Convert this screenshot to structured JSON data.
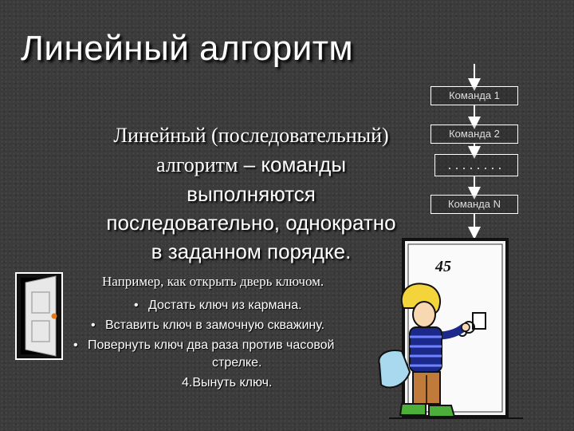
{
  "title": "Линейный алгоритм",
  "definition": {
    "line1": "Линейный (последовательный)",
    "line2_serif": "алгоритм",
    "line2_rest": " – команды",
    "line3": "выполняются",
    "line4": "последовательно, однократно",
    "line5": "в заданном порядке."
  },
  "flow": {
    "box1": "Команда 1",
    "box2": "Команда 2",
    "box3": "........",
    "box4": "Команда N"
  },
  "example": {
    "intro": "Например, как открыть дверь ключом.",
    "step1": "Достать ключ из кармана.",
    "step2": "Вставить ключ в замочную скважину.",
    "step3": "Повернуть ключ два раза против часовой",
    "step3b": "стрелке.",
    "step4": "4.Вынуть ключ.",
    "bullet": "•"
  },
  "door_number": "45",
  "icons": {
    "door": "door-icon",
    "illustration": "boy-opening-door"
  }
}
